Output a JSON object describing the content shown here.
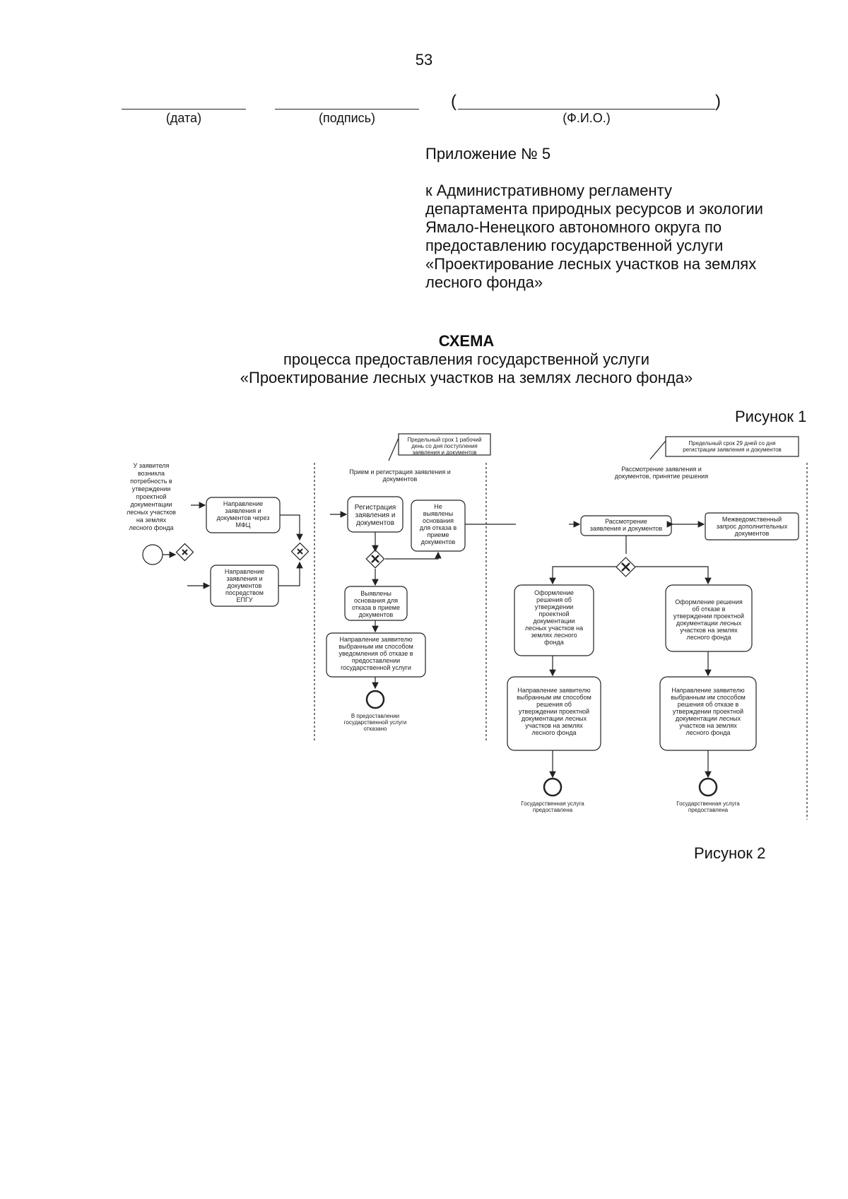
{
  "page_number": "53",
  "signature": {
    "date_label": "(дата)",
    "signature_label": "(подпись)",
    "name_label": "(Ф.И.О.)",
    "open_paren": "(",
    "close_paren": ")"
  },
  "appendix": {
    "number": "Приложение № 5",
    "lines": [
      "к Административному регламенту",
      "департамента природных ресурсов и экологии",
      "Ямало-Ненецкого автономного округа по",
      "предоставлению государственной услуги",
      "«Проектирование лесных участков на землях",
      "лесного фонда»"
    ]
  },
  "title": {
    "heading": "СХЕМА",
    "line1": "процесса предоставления государственной услуги",
    "line2": "«Проектирование лесных участков на землях лесного фонда»"
  },
  "figure1_label": "Рисунок 1",
  "figure2_label": "Рисунок 2",
  "diagram": {
    "applicant_note": [
      "У заявителя",
      "возникла",
      "потребность в",
      "утверждении",
      "проектной",
      "документации",
      "лесных участков",
      "на землях",
      "лесного фонда"
    ],
    "task_mfc": [
      "Направление",
      "заявления и",
      "документов через",
      "МФЦ"
    ],
    "task_epgu": [
      "Направление",
      "заявления и",
      "документов",
      "посредством",
      "ЕПГУ"
    ],
    "deadline1": [
      "Предельный срок 1 рабочий",
      "день со дня поступления",
      "заявления и документов"
    ],
    "lane1_title": [
      "Прием и регистрация заявления и",
      "документов"
    ],
    "task_register": [
      "Регистрация",
      "заявления и",
      "документов"
    ],
    "task_no_grounds": [
      "Не",
      "выявлены",
      "основания",
      "для отказа в",
      "приеме",
      "документов"
    ],
    "task_grounds_found": [
      "Выявлены",
      "основания для",
      "отказа в приеме",
      "документов"
    ],
    "task_notify_refusal": [
      "Направление заявителю",
      "выбранным им способом",
      "уведомления об отказе в",
      "предоставлении",
      "государственной услуги"
    ],
    "end_refused": [
      "В предоставлении",
      "государственной услуги",
      "отказано"
    ],
    "deadline2": [
      "Предельный срок 29 дней со дня",
      "регистрации заявления и документов"
    ],
    "lane2_title": [
      "Рассмотрение заявления и",
      "документов, принятие решения"
    ],
    "task_review": [
      "Рассмотрение",
      "заявления и документов"
    ],
    "task_interagency": [
      "Межведомственный",
      "запрос дополнительных",
      "документов"
    ],
    "task_approve_doc": [
      "Оформление",
      "решения об",
      "утверждении",
      "проектной",
      "документации",
      "лесных участков на",
      "землях лесного",
      "фонда"
    ],
    "task_refuse_doc": [
      "Оформление решения",
      "об отказе в",
      "утверждении проектной",
      "документации лесных",
      "участков на землях",
      "лесного фонда"
    ],
    "task_send_approve": [
      "Направление заявителю",
      "выбранным им способом",
      "решения об",
      "утверждении проектной",
      "документации лесных",
      "участков на землях",
      "лесного фонда"
    ],
    "task_send_refuse": [
      "Направление заявителю",
      "выбранным им способом",
      "решения об отказе в",
      "утверждении проектной",
      "документации лесных",
      "участков на землях",
      "лесного фонда"
    ],
    "end_provided_1": [
      "Государственная услуга",
      "предоставлена"
    ],
    "end_provided_2": [
      "Государственная услуга",
      "предоставлена"
    ]
  }
}
